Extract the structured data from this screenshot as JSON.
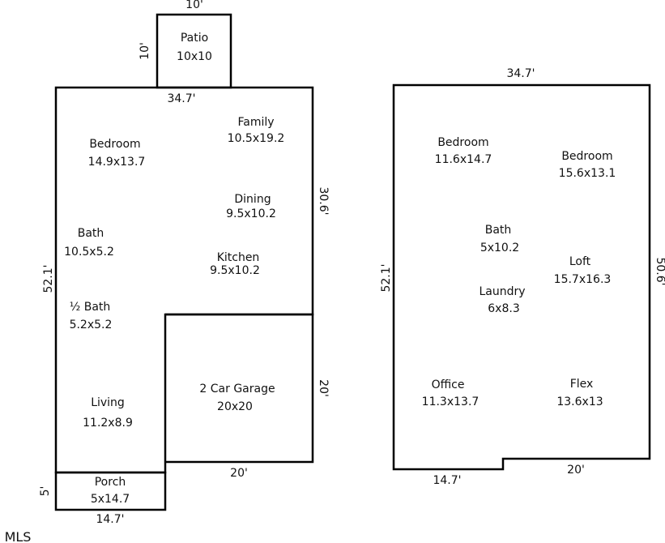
{
  "floor1": {
    "patio": {
      "name": "Patio",
      "size": "10x10",
      "width": "10'",
      "depth": "10'"
    },
    "rooms": [
      {
        "key": "bedroom",
        "name": "Bedroom",
        "size": "14.9x13.7"
      },
      {
        "key": "family",
        "name": "Family",
        "size": "10.5x19.2"
      },
      {
        "key": "dining",
        "name": "Dining",
        "size": "9.5x10.2"
      },
      {
        "key": "bath",
        "name": "Bath",
        "size": "10.5x5.2"
      },
      {
        "key": "kitchen",
        "name": "Kitchen",
        "size": "9.5x10.2"
      },
      {
        "key": "half-bath",
        "name": "½ Bath",
        "size": "5.2x5.2"
      },
      {
        "key": "garage",
        "name": "2 Car Garage",
        "size": "20x20"
      },
      {
        "key": "living",
        "name": "Living",
        "size": "11.2x8.9"
      },
      {
        "key": "porch",
        "name": "Porch",
        "size": "5x14.7"
      }
    ],
    "dimensions": {
      "top_width": "34.7'",
      "right_upper": "30.6'",
      "left_height": "52.1'",
      "garage_depth": "20'",
      "garage_width": "20'",
      "porch_depth": "5'",
      "porch_width": "14.7'"
    }
  },
  "floor2": {
    "rooms": [
      {
        "key": "bedroom-1",
        "name": "Bedroom",
        "size": "11.6x14.7"
      },
      {
        "key": "bedroom-2",
        "name": "Bedroom",
        "size": "15.6x13.1"
      },
      {
        "key": "bath",
        "name": "Bath",
        "size": "5x10.2"
      },
      {
        "key": "loft",
        "name": "Loft",
        "size": "15.7x16.3"
      },
      {
        "key": "laundry",
        "name": "Laundry",
        "size": "6x8.3"
      },
      {
        "key": "office",
        "name": "Office",
        "size": "11.3x13.7"
      },
      {
        "key": "flex",
        "name": "Flex",
        "size": "13.6x13"
      }
    ],
    "dimensions": {
      "top_width": "34.7'",
      "left_height": "52.1'",
      "right_height": "50.6'",
      "bottom_left": "14.7'",
      "bottom_right": "20'"
    }
  },
  "watermark": "MLS"
}
